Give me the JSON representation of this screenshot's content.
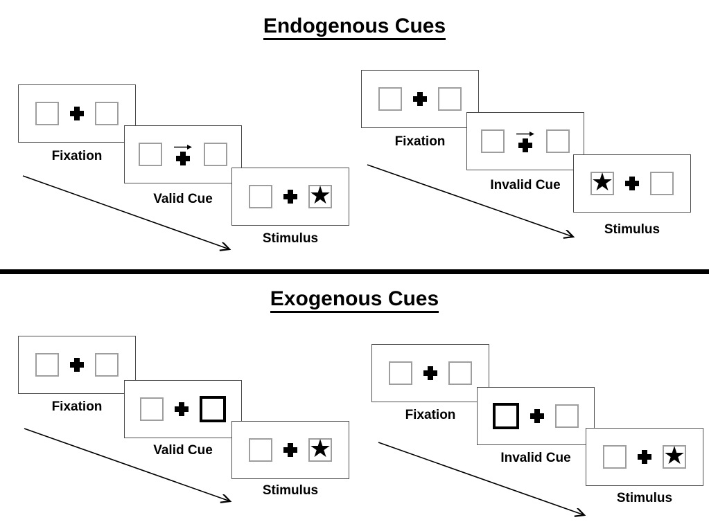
{
  "titles": {
    "endogenous": "Endogenous Cues",
    "exogenous": "Exogenous Cues"
  },
  "glyphs": {
    "star": "★"
  },
  "colors": {
    "ink": "#000000",
    "panel_border": "#4a4a4a",
    "square_border": "#9e9e9e",
    "background": "#ffffff"
  },
  "sequences": [
    {
      "name": "endogenous-valid",
      "fixation_label": "Fixation",
      "cue_label": "Valid Cue",
      "stimulus_label": "Stimulus",
      "cue_type": "central-arrow-right",
      "stimulus_star_side": "right"
    },
    {
      "name": "endogenous-invalid",
      "fixation_label": "Fixation",
      "cue_label": "Invalid Cue",
      "stimulus_label": "Stimulus",
      "cue_type": "central-arrow-right",
      "stimulus_star_side": "left"
    },
    {
      "name": "exogenous-valid",
      "fixation_label": "Fixation",
      "cue_label": "Valid Cue",
      "stimulus_label": "Stimulus",
      "cue_type": "peripheral-box-right",
      "stimulus_star_side": "right"
    },
    {
      "name": "exogenous-invalid",
      "fixation_label": "Fixation",
      "cue_label": "Invalid Cue",
      "stimulus_label": "Stimulus",
      "cue_type": "peripheral-box-left",
      "stimulus_star_side": "right"
    }
  ]
}
